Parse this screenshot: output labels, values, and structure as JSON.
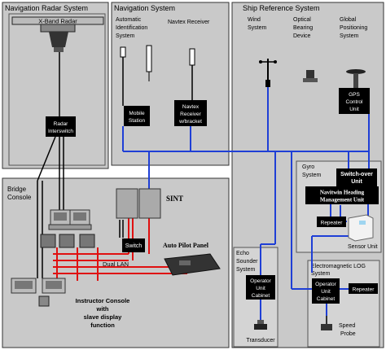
{
  "sections": {
    "radar": "Navigation Radar System",
    "nav": "Navigation System",
    "ship_ref": "Ship Reference System",
    "bridge_1": "Bridge",
    "bridge_2": "Console",
    "gyro_1": "Gyro",
    "gyro_2": "System",
    "echo_1": "Echo",
    "echo_2": "Sounder",
    "echo_3": "System",
    "emlog_1": "Electromagnetic LOG",
    "emlog_2": "System"
  },
  "labels": {
    "x_band_radar": "X-Band Radar",
    "ais_1": "Automatic",
    "ais_2": "Identification",
    "ais_3": "System",
    "navtex": "Navtex Receiver",
    "wind_1": "Wind",
    "wind_2": "System",
    "optical_1": "Optical",
    "optical_2": "Bearing",
    "optical_3": "Device",
    "gps_1": "Global",
    "gps_2": "Positioning",
    "gps_3": "System",
    "sint": "SINT",
    "autopilot": "Auto Pilot Panel",
    "dual_lan": "Dual LAN",
    "instructor_1": "Instructor Console",
    "instructor_2": "with",
    "instructor_3": "slave display",
    "instructor_4": "function",
    "navitwin_1": "Navitwin Heading",
    "navitwin_2": "Management Unit",
    "sensor_unit": "Sensor Unit",
    "transducer": "Transducer",
    "speed_1": "Speed",
    "speed_2": "Probe"
  },
  "boxes": {
    "radar_interswitch_1": "Radar",
    "radar_interswitch_2": "Interswitch",
    "mobile_1": "Mobile",
    "mobile_2": "Station",
    "navtex_rx_1": "Navtex",
    "navtex_rx_2": "Receiver",
    "navtex_rx_3": "w/bracket",
    "gps_ctrl_1": "GPS",
    "gps_ctrl_2": "Control",
    "gps_ctrl_3": "Unit",
    "switchover_1": "Switch-over",
    "switchover_2": "Unit",
    "switch": "Switch",
    "repeater_gyro": "Repeater",
    "echo_op_1": "Operator",
    "echo_op_2": "Unit",
    "echo_op_3": "Cabinet",
    "log_op_1": "Operator",
    "log_op_2": "Unit",
    "log_op_3": "Cabinet",
    "repeater_log": "Repeater"
  },
  "colors": {
    "panel": "#c9c9c9",
    "panel_border": "#333333",
    "lan_blue": "#1f3fd6",
    "lan_red": "#e01010",
    "box": "#000000",
    "box_text": "#ffffff"
  }
}
